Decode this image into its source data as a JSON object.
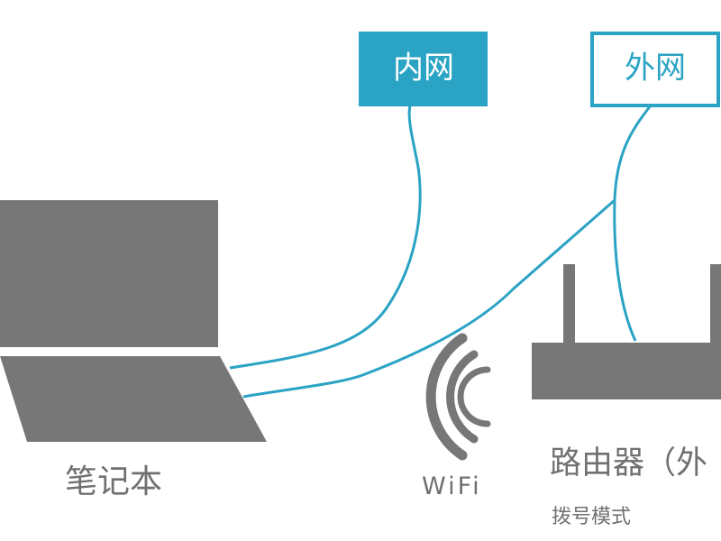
{
  "colors": {
    "accent": "#2aa3c4",
    "device": "#777777",
    "text": "#707070",
    "background": "#ffffff"
  },
  "nodes": {
    "intranet": {
      "label": "内网"
    },
    "internet": {
      "label": "外网"
    },
    "laptop": {
      "label": "笔记本"
    },
    "wifi": {
      "label": "WiFi"
    },
    "router": {
      "label": "路由器（外",
      "sublabel": "拨号模式"
    }
  }
}
